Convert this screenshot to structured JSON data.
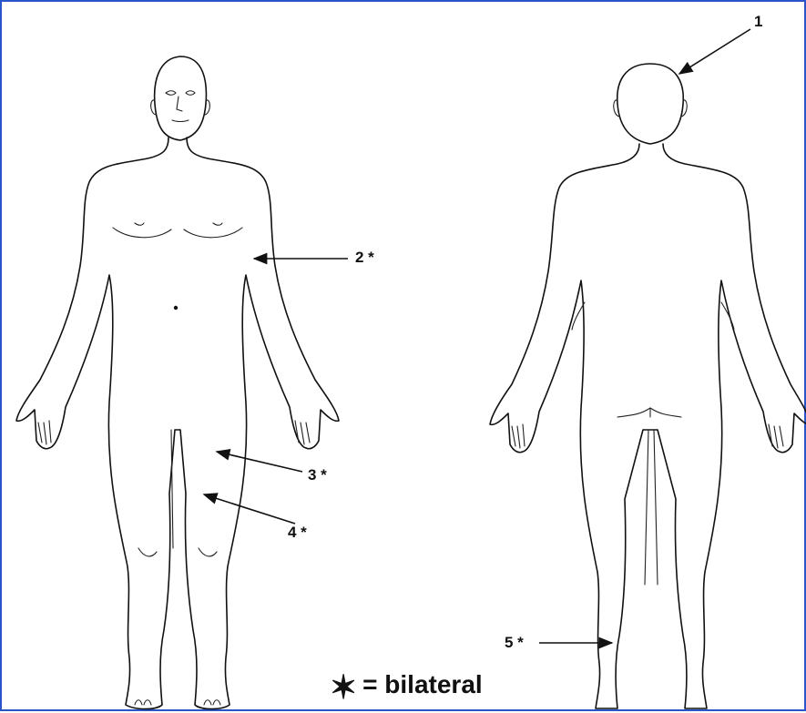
{
  "labels": {
    "l1": "1",
    "l2": "2 *",
    "l3": "3 *",
    "l4": "4 *",
    "l5": "5 *"
  },
  "legend": {
    "symbol": "✶",
    "text": "= bilateral"
  },
  "colors": {
    "frame_border": "#2a55c8",
    "line": "#111111"
  }
}
